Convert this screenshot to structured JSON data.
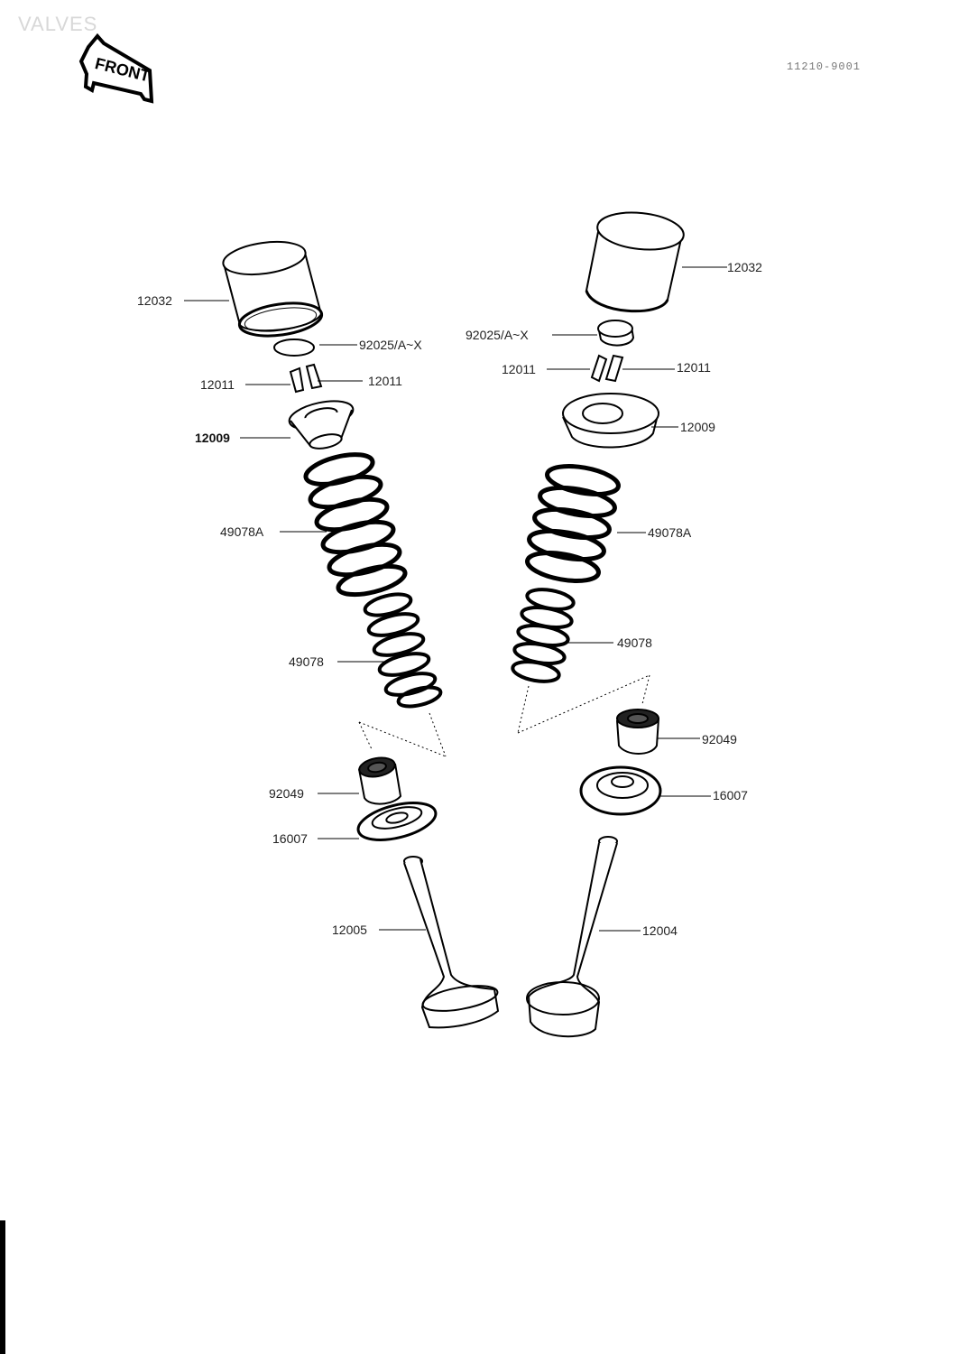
{
  "title": "VALVES",
  "drawing_code": "11210-9001",
  "front_badge": "FRONT",
  "part_labels": {
    "tappet_left": "12032",
    "shim_left": "92025/A~X",
    "keeper_left_a": "12011",
    "keeper_left_b": "12011",
    "retainer_left": "12009",
    "outer_spring_left": "49078A",
    "inner_spring_left": "49078",
    "seal_left": "92049",
    "seat_left": "16007",
    "valve_left": "12005",
    "tappet_right": "12032",
    "shim_right": "92025/A~X",
    "keeper_right_a": "12011",
    "keeper_right_b": "12011",
    "retainer_right": "12009",
    "outer_spring_right": "49078A",
    "inner_spring_right": "49078",
    "seal_right": "92049",
    "seat_right": "16007",
    "valve_right": "12004"
  }
}
